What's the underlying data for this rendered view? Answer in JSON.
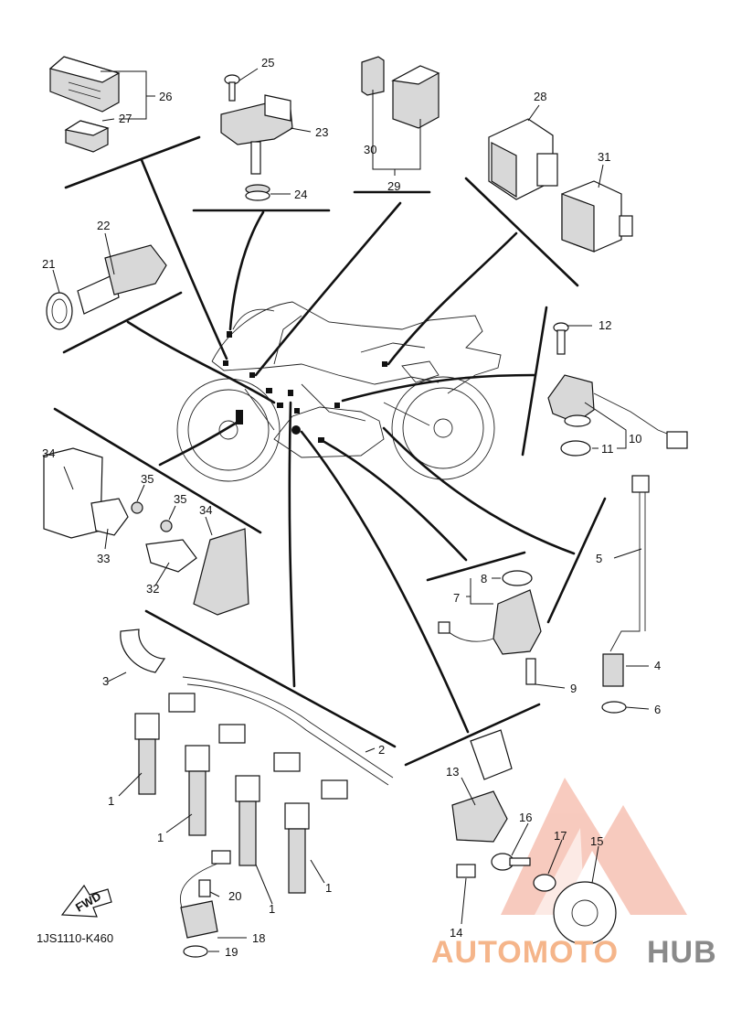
{
  "diagram": {
    "drawing_code": "1JS1110-K460",
    "fwd_label": "FWD",
    "callouts": [
      {
        "id": "c1a",
        "text": "1"
      },
      {
        "id": "c1b",
        "text": "1"
      },
      {
        "id": "c1c",
        "text": "1"
      },
      {
        "id": "c1d",
        "text": "1"
      },
      {
        "id": "c2",
        "text": "2"
      },
      {
        "id": "c3",
        "text": "3"
      },
      {
        "id": "c4",
        "text": "4"
      },
      {
        "id": "c5",
        "text": "5"
      },
      {
        "id": "c6",
        "text": "6"
      },
      {
        "id": "c7",
        "text": "7"
      },
      {
        "id": "c8",
        "text": "8"
      },
      {
        "id": "c9",
        "text": "9"
      },
      {
        "id": "c10",
        "text": "10"
      },
      {
        "id": "c11",
        "text": "11"
      },
      {
        "id": "c12",
        "text": "12"
      },
      {
        "id": "c13",
        "text": "13"
      },
      {
        "id": "c14",
        "text": "14"
      },
      {
        "id": "c15",
        "text": "15"
      },
      {
        "id": "c16",
        "text": "16"
      },
      {
        "id": "c17",
        "text": "17"
      },
      {
        "id": "c18",
        "text": "18"
      },
      {
        "id": "c19",
        "text": "19"
      },
      {
        "id": "c20",
        "text": "20"
      },
      {
        "id": "c21",
        "text": "21"
      },
      {
        "id": "c22",
        "text": "22"
      },
      {
        "id": "c23",
        "text": "23"
      },
      {
        "id": "c24",
        "text": "24"
      },
      {
        "id": "c25",
        "text": "25"
      },
      {
        "id": "c26",
        "text": "26"
      },
      {
        "id": "c27",
        "text": "27"
      },
      {
        "id": "c28",
        "text": "28"
      },
      {
        "id": "c29",
        "text": "29"
      },
      {
        "id": "c30",
        "text": "30"
      },
      {
        "id": "c31",
        "text": "31"
      },
      {
        "id": "c32",
        "text": "32"
      },
      {
        "id": "c33",
        "text": "33"
      },
      {
        "id": "c34a",
        "text": "34"
      },
      {
        "id": "c34b",
        "text": "34"
      },
      {
        "id": "c35a",
        "text": "35"
      },
      {
        "id": "c35b",
        "text": "35"
      }
    ]
  },
  "watermark": {
    "part1": "AUTOMOTO",
    "part2": "HUB",
    "color_primary": "#f08a6a",
    "color_secondary": "#8a8a8a"
  }
}
